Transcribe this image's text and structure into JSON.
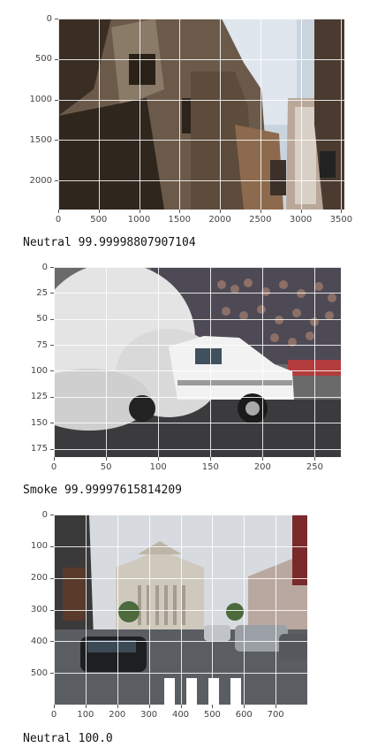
{
  "panels": [
    {
      "caption": "Neutral 99.99998807907104",
      "x_ticks": [
        "0",
        "500",
        "1000",
        "1500",
        "2000",
        "2500",
        "3000",
        "3500"
      ],
      "x_values": [
        0,
        500,
        1000,
        1500,
        2000,
        2500,
        3000,
        3500
      ],
      "x_range": [
        0,
        3540
      ],
      "y_ticks": [
        "0",
        "500",
        "1000",
        "1500",
        "2000"
      ],
      "y_values": [
        0,
        500,
        1000,
        1500,
        2000
      ],
      "y_range": [
        0,
        2360
      ],
      "photo": "old-building-street"
    },
    {
      "caption": "Smoke 99.99997615814209",
      "x_ticks": [
        "0",
        "50",
        "100",
        "150",
        "200",
        "250"
      ],
      "x_values": [
        0,
        50,
        100,
        150,
        200,
        250
      ],
      "x_range": [
        0,
        275
      ],
      "y_ticks": [
        "0",
        "25",
        "50",
        "75",
        "100",
        "125",
        "150",
        "175"
      ],
      "y_values": [
        0,
        25,
        50,
        75,
        100,
        125,
        150,
        175
      ],
      "y_range": [
        0,
        183
      ],
      "photo": "burnout-truck-smoke"
    },
    {
      "caption": "Neutral 100.0",
      "x_ticks": [
        "0",
        "100",
        "200",
        "300",
        "400",
        "500",
        "600",
        "700"
      ],
      "x_values": [
        0,
        100,
        200,
        300,
        400,
        500,
        600,
        700
      ],
      "x_range": [
        0,
        800
      ],
      "y_ticks": [
        "0",
        "100",
        "200",
        "300",
        "400",
        "500"
      ],
      "y_values": [
        0,
        100,
        200,
        300,
        400,
        500
      ],
      "y_range": [
        0,
        600
      ],
      "photo": "city-square-cars"
    }
  ]
}
